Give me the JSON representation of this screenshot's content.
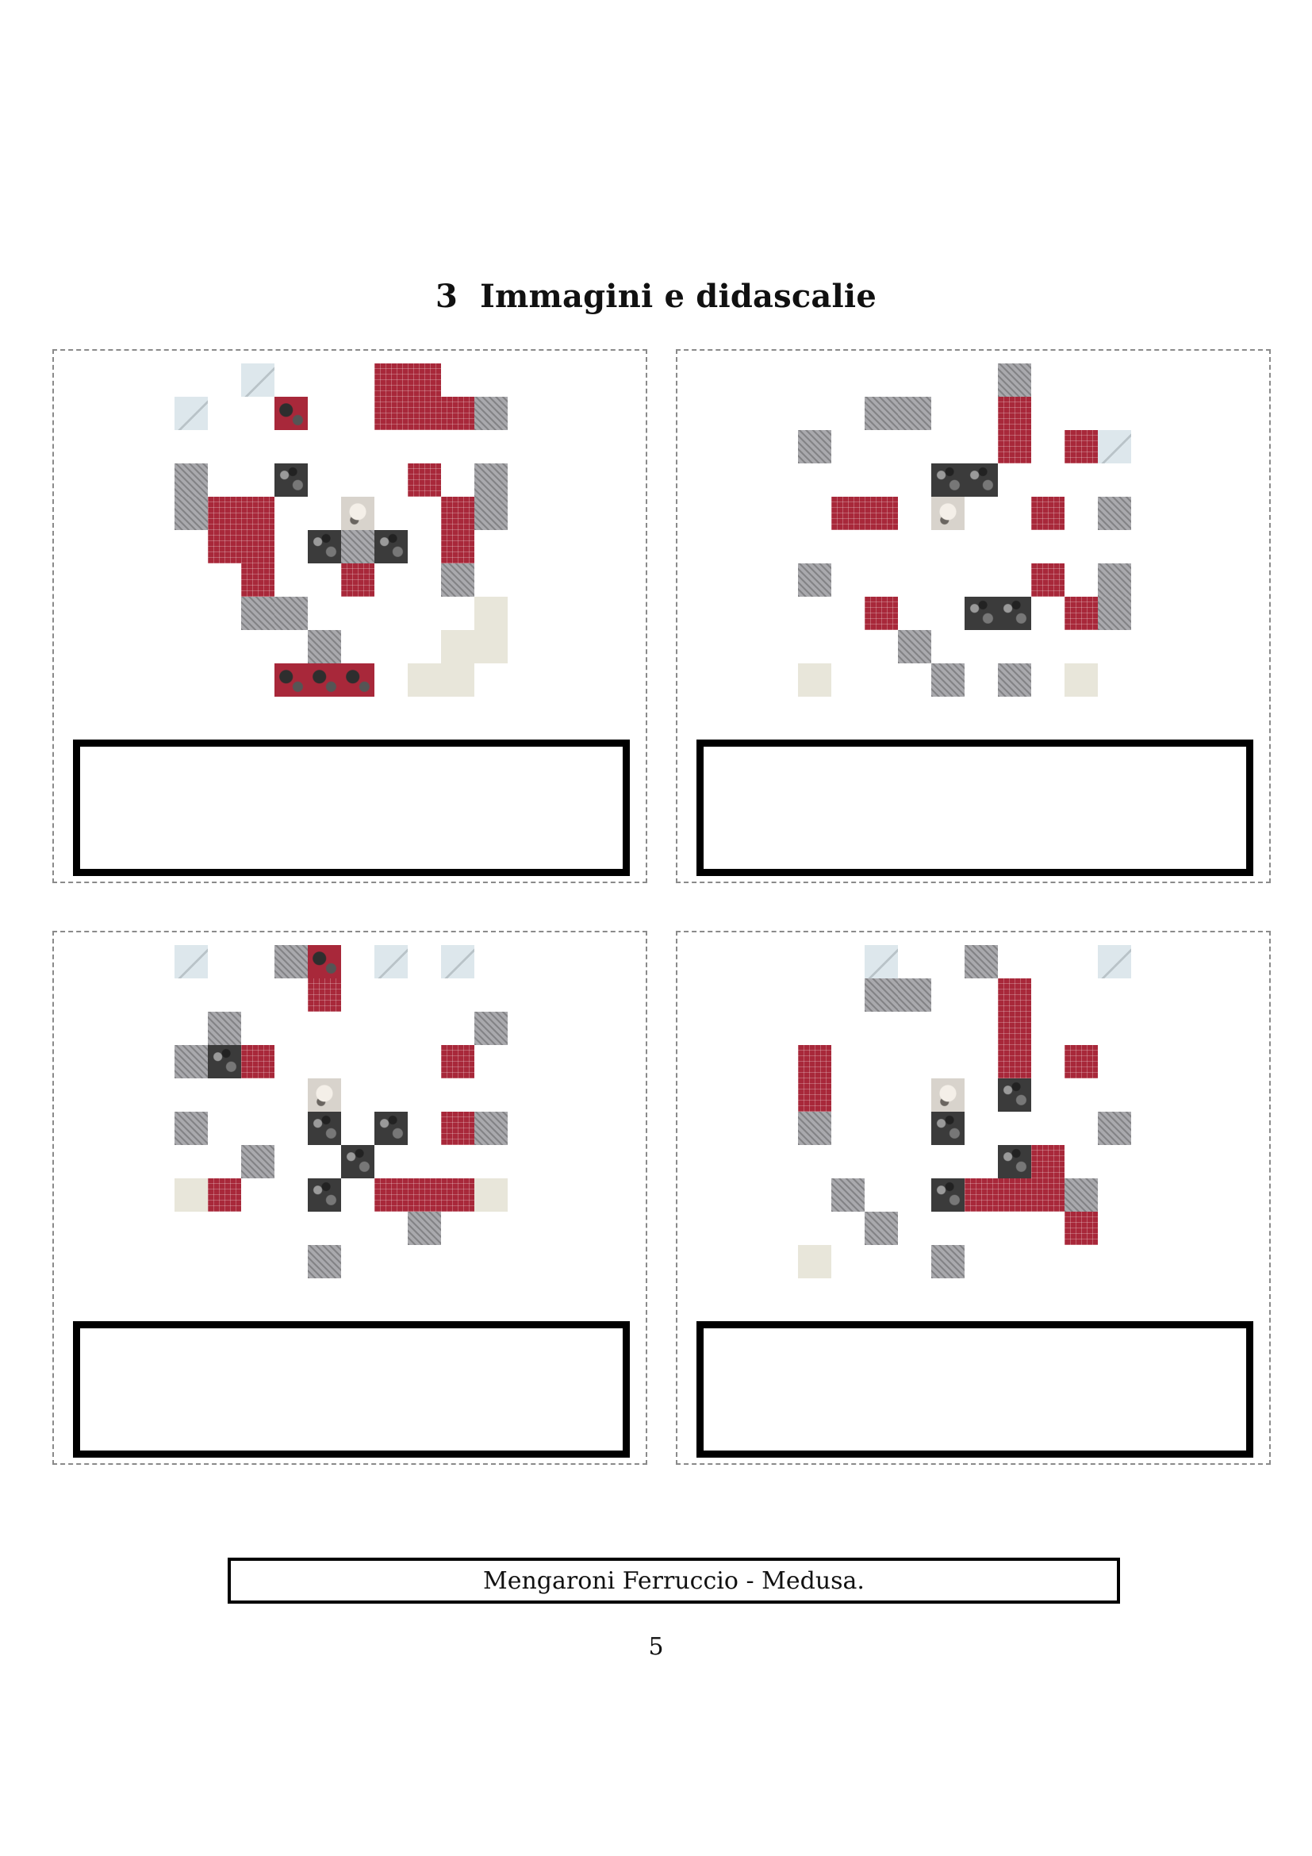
{
  "section": {
    "number": "3",
    "title": "Immagini e didascalie"
  },
  "cards": [
    {
      "id": "card-1",
      "caption": ""
    },
    {
      "id": "card-2",
      "caption": ""
    },
    {
      "id": "card-3",
      "caption": ""
    },
    {
      "id": "card-4",
      "caption": ""
    }
  ],
  "footer": {
    "text": "Mengaroni Ferruccio - Medusa."
  },
  "page": {
    "number": "5"
  }
}
